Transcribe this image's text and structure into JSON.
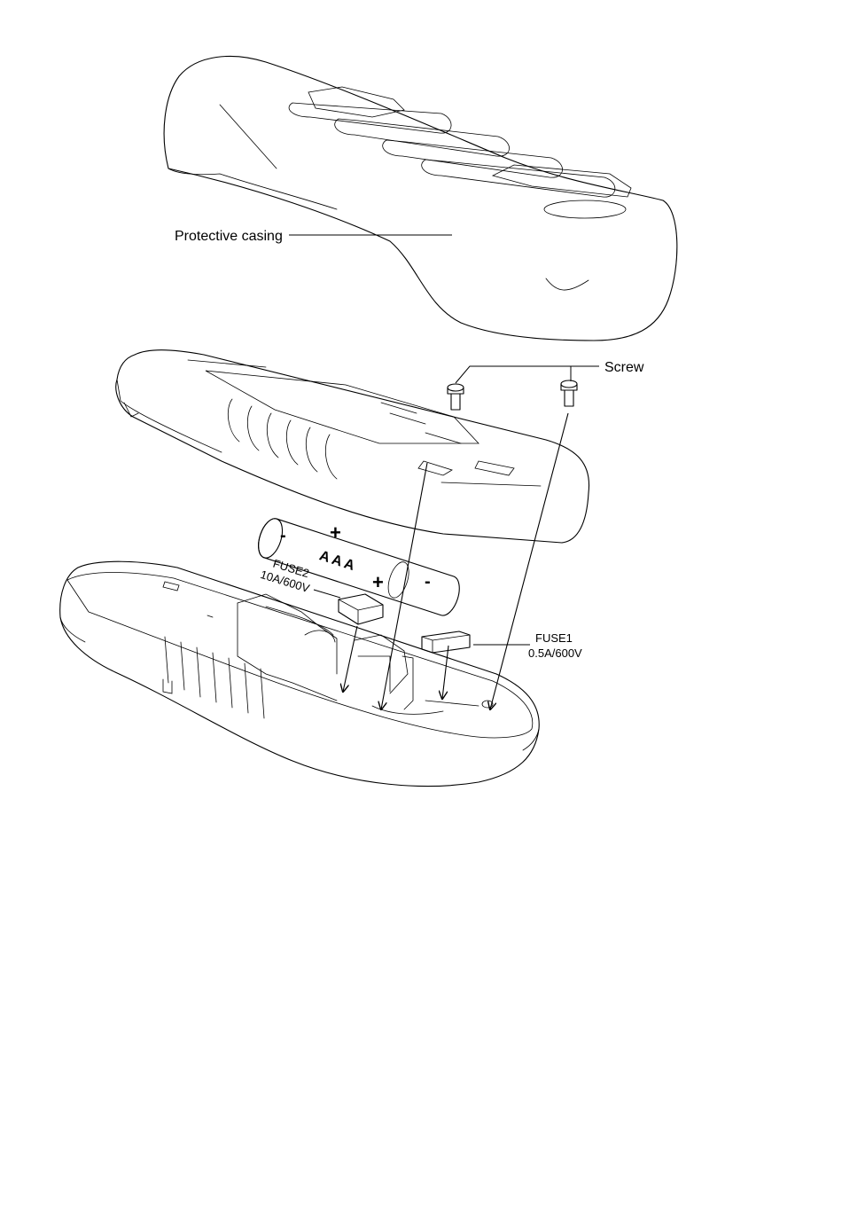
{
  "labels": {
    "casing": "Protective casing",
    "screw": "Screw",
    "fuse2_name": "FUSE2",
    "fuse2_rating": "10A/600V",
    "fuse1_name": "FUSE1",
    "fuse1_rating": "0.5A/600V"
  },
  "battery": {
    "type": "AAA",
    "sign_minus": "-",
    "sign_plus": "+"
  },
  "colors": {
    "line": "#000000",
    "background": "#ffffff"
  }
}
